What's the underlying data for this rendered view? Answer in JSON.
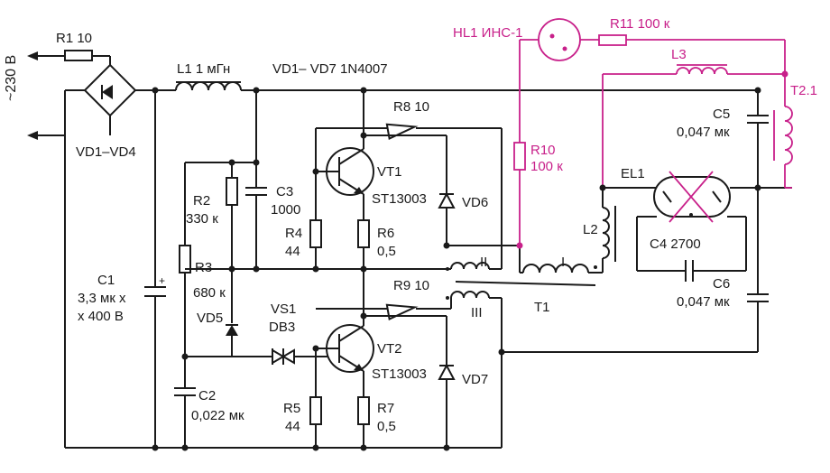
{
  "colors": {
    "wire": "#1a1a1a",
    "accent": "#c8208a",
    "background": "#ffffff"
  },
  "labels": {
    "mains": "~230 В",
    "r1": "R1 10",
    "vd1_vd4": "VD1–VD4",
    "l1": "L1 1 мГн",
    "diodes_note": "VD1– VD7 1N4007",
    "hl1": "HL1 ИНС-1",
    "r11": "R11 100 к",
    "l3": "L3",
    "t2": "T2.1",
    "c5": "C5",
    "c5_val": "0,047 мк",
    "el1": "EL1",
    "l2": "L2",
    "c4": "C4 2700",
    "c6": "C6",
    "c6_val": "0,047 мк",
    "r8": "R8 10",
    "vt1": "VT1",
    "vt1_type": "ST13003",
    "vd6": "VD6",
    "r10": "R10",
    "r10_val": "100 к",
    "c3": "C3",
    "c3_val": "1000",
    "r2": "R2",
    "r2_val": "330 к",
    "r4": "R4",
    "r4_val": "44",
    "r6": "R6",
    "r6_val": "0,5",
    "r3": "R3",
    "r3_val": "680 к",
    "c1": "C1",
    "c1_val1": "3,3 мк х",
    "c1_val2": "х 400 В",
    "t1_w2": "II",
    "t1_w1": "I",
    "t1_w3": "III",
    "t1": "T1",
    "r9": "R9 10",
    "vs1": "VS1",
    "vs1_type": "DB3",
    "vd5": "VD5",
    "vt2": "VT2",
    "vt2_type": "ST13003",
    "vd7": "VD7",
    "c2": "C2",
    "c2_val": "0,022 мк",
    "r5": "R5",
    "r5_val": "44",
    "r7": "R7",
    "r7_val": "0,5"
  }
}
